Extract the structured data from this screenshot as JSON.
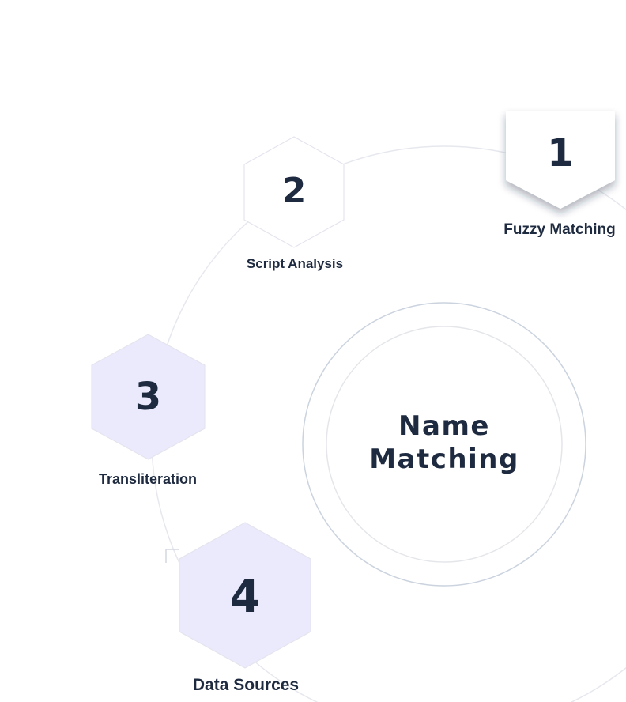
{
  "center": {
    "line1": "Name",
    "line2": "Matching"
  },
  "steps": [
    {
      "number": "1",
      "label": "Fuzzy Matching"
    },
    {
      "number": "2",
      "label": "Script Analysis"
    },
    {
      "number": "3",
      "label": "Transliteration"
    },
    {
      "number": "4",
      "label": "Data Sources"
    }
  ],
  "colors": {
    "text": "#1e2a3f",
    "hexagon_white_fill": "#ffffff",
    "hexagon_lavender_fill": "#ebe9fc",
    "hexagon_stroke": "#e4e4ee",
    "orbit_line": "#e6e8ee",
    "center_outer_ring": "#cbd3df",
    "center_inner_ring": "#e4e6ea"
  }
}
